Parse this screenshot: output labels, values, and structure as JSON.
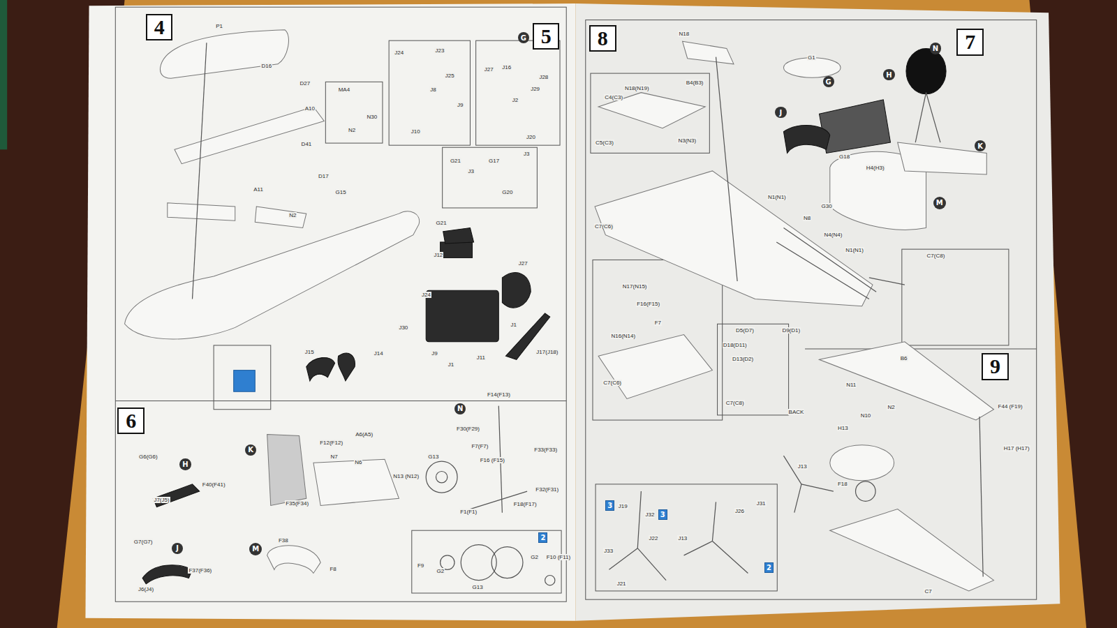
{
  "diagram": {
    "nodes": [
      {
        "text": [
          "4"
        ]
      },
      {
        "text": [
          "5"
        ]
      },
      {
        "text": [
          "G"
        ]
      },
      {
        "text": [
          "6"
        ]
      },
      {
        "text": [
          "H"
        ]
      },
      {
        "text": [
          "K"
        ]
      },
      {
        "text": [
          "N"
        ]
      },
      {
        "text": [
          "J"
        ]
      },
      {
        "text": [
          "M"
        ]
      },
      {
        "text": [
          "8"
        ]
      },
      {
        "text": [
          "7"
        ]
      },
      {
        "text": [
          "N"
        ]
      },
      {
        "text": [
          "H"
        ]
      },
      {
        "text": [
          "G"
        ]
      },
      {
        "text": [
          "J"
        ]
      },
      {
        "text": [
          "K"
        ]
      },
      {
        "text": [
          "M"
        ]
      },
      {
        "text": [
          "9"
        ]
      }
    ],
    "labels": [
      "P1",
      "D16",
      "D27",
      "A10",
      "D41",
      "D17",
      "A11",
      "N2",
      "MA4",
      "N30",
      "N2",
      "G15",
      "J24",
      "J23",
      "J25",
      "J8",
      "J9",
      "J10",
      "J27",
      "J16",
      "J28",
      "J2",
      "J29",
      "J20",
      "G21",
      "J3",
      "G17",
      "J3",
      "G20",
      "G21",
      "J12",
      "J27",
      "J24",
      "J30",
      "J1",
      "J15",
      "J14",
      "J9",
      "J1",
      "J11",
      "J17(J18)",
      "G6(G6)",
      "F40(F41)",
      "J7(J5)",
      "F12(F12)",
      "A6(A5)",
      "N7",
      "N6",
      "N13 (N12)",
      "F35(F34)",
      "G7(G7)",
      "F37(F36)",
      "J6(J4)",
      "F38",
      "F8",
      "F14(F13)",
      "F30(F29)",
      "F7(F7)",
      "F33(F33)",
      "F16 (F15)",
      "G13",
      "F1(F1)",
      "F18(F17)",
      "F32(F31)",
      "F9",
      "G2",
      "G13",
      "G2",
      "F10 (F11)",
      "2",
      "N18",
      "N18(N19)",
      "B4(B3)",
      "C4(C3)",
      "C5(C3)",
      "N3(N3)",
      "C7(C6)",
      "N17(N15)",
      "F16(F15)",
      "F7",
      "N16(N14)",
      "C7(C6)",
      "D5(D7)",
      "D9(D1)",
      "D18(D11)",
      "D13(D2)",
      "C7(C8)",
      "BACK",
      "G1",
      "G18",
      "H4(H3)",
      "G30",
      "N1(N1)",
      "N8",
      "N4(N4)",
      "N1(N1)",
      "C7(C8)",
      "B6",
      "N11",
      "N2",
      "N10",
      "H13",
      "F44 (F19)",
      "H17 (H17)",
      "J13",
      "F18",
      "C7",
      "3",
      "J19",
      "J32",
      "3",
      "J22",
      "J13",
      "J33",
      "J21",
      "J26",
      "J31",
      "2"
    ]
  }
}
